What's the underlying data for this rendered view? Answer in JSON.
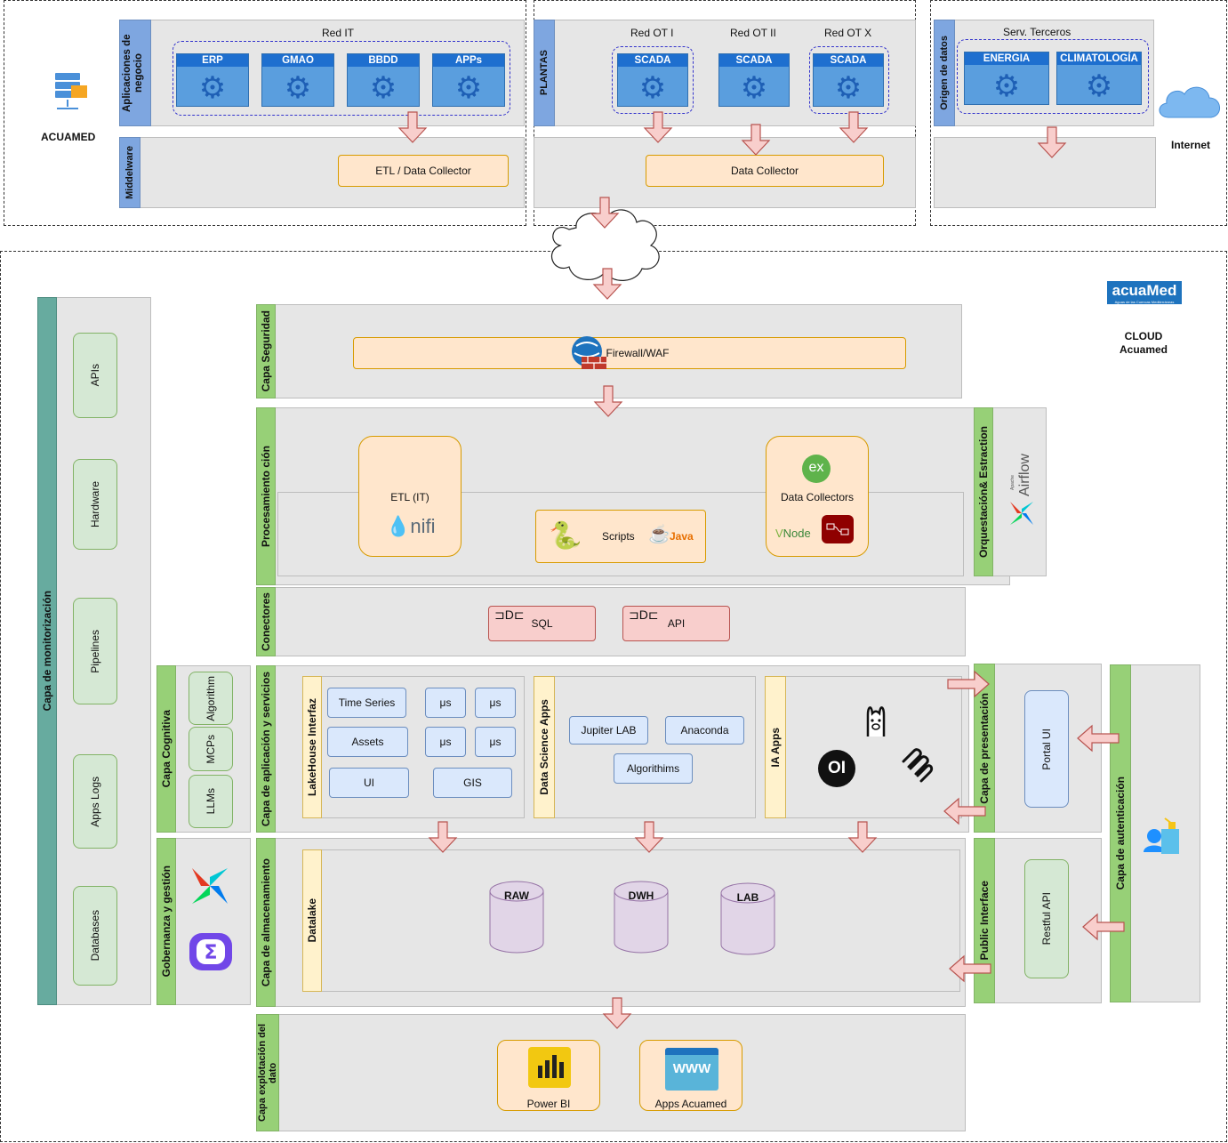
{
  "top": {
    "acuamed_label": "ACUAMED",
    "internet_label": "Internet",
    "it": {
      "strip_label": "Aplicaciones de negocio",
      "middleware_label": "Middelware",
      "group_label": "Red IT",
      "apps": [
        "ERP",
        "GMAO",
        "BBDD",
        "APPs"
      ],
      "etl_label": "ETL / Data Collector"
    },
    "ot": {
      "strip_label": "PLANTAS",
      "networks": [
        "Red OT I",
        "Red OT II",
        "Red OT X"
      ],
      "scada_label": "SCADA",
      "collector_label": "Data Collector"
    },
    "ext": {
      "strip_label": "Origen de datos",
      "group_label": "Serv. Terceros",
      "apps": [
        "ENERGIA",
        "CLIMATOLOGÍA"
      ]
    }
  },
  "cloud": {
    "logo_text": "acuaMed",
    "logo_sub": "Aguas de las Cuencas Mediterráneas",
    "label_line1": "CLOUD",
    "label_line2": "Acuamed"
  },
  "monitor": {
    "strip_label": "Capa de monitorización",
    "items": [
      "APIs",
      "Hardware",
      "Pipelines",
      "Apps Logs",
      "Databases"
    ]
  },
  "seguridad": {
    "strip_label": "Capa Seguridad",
    "firewall_label": "Firewall/WAF"
  },
  "procesamiento": {
    "strip_label": "Procesamiento ción",
    "etl_label": "ETL (IT)",
    "nifi_label": "nifi",
    "scripts_label": "Scripts",
    "java_label": "Java",
    "collectors_label": "Data Collectors",
    "ex_label": "ex",
    "node_label": "Node"
  },
  "orquestacion": {
    "strip_label": "Orquestación& Estraction",
    "airflow_label": "Airflow",
    "airflow_sub": "Apache"
  },
  "conectores": {
    "strip_label": "Conectores",
    "items": [
      "SQL",
      "API"
    ]
  },
  "cognitiva": {
    "strip_label": "Capa Cognitiva",
    "items": [
      "Algorithm",
      "MCPs",
      "LLMs"
    ]
  },
  "gobernanza": {
    "strip_label": "Gobernanza y gestión"
  },
  "aplicacion": {
    "strip_label": "Capa de aplicación y servicios",
    "lakehouse": {
      "label": "LakeHouse Interfaz",
      "boxes": [
        "Time Series",
        "Assets",
        "UI",
        "GIS"
      ],
      "micro_label": "μs"
    },
    "datascience": {
      "label": "Data Science Apps",
      "boxes": [
        "Jupiter LAB",
        "Anaconda",
        "Algorithims"
      ]
    },
    "ia": {
      "label": "IA Apps",
      "ol_label": "OI"
    }
  },
  "almacenamiento": {
    "strip_label": "Capa de almacenamiento",
    "datalake_label": "Datalake",
    "stores": [
      "RAW",
      "DWH",
      "LAB"
    ]
  },
  "presentacion": {
    "strip_label": "Capa de presentación",
    "portal_label": "Portal UI"
  },
  "public": {
    "strip_label": "Public Interface",
    "api_label": "Restful API"
  },
  "autenticacion": {
    "strip_label": "Capa de autenticación"
  },
  "explotacion": {
    "strip_label": "Capa explotación del dato",
    "items": [
      "Power BI",
      "Apps Acuamed"
    ],
    "www_label": "WWW"
  }
}
